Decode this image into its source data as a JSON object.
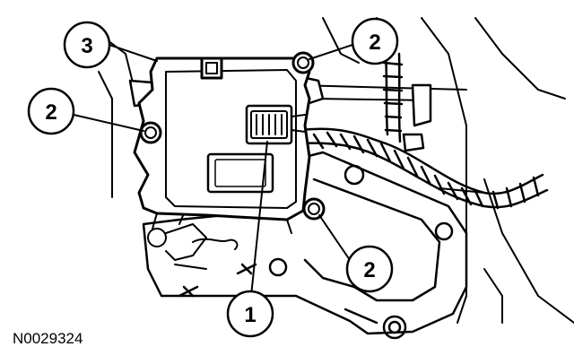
{
  "figure": {
    "reference_code": "N0029324",
    "callouts": [
      {
        "label": "3"
      },
      {
        "label": "2"
      },
      {
        "label": "2"
      },
      {
        "label": "2"
      },
      {
        "label": "1"
      }
    ],
    "parts": [
      "control-module",
      "wiring-harness",
      "connector",
      "mounting-nut",
      "mounting-bracket"
    ]
  }
}
